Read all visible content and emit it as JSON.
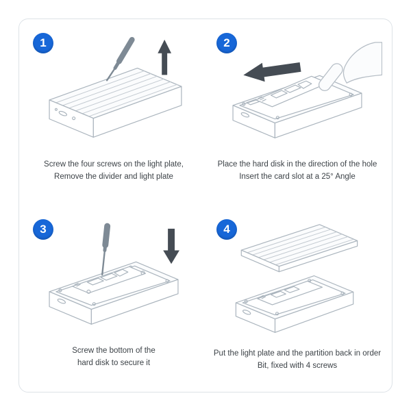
{
  "steps": [
    {
      "number": "1",
      "caption": [
        "Screw the four screws on the light plate,",
        "Remove the divider and light plate"
      ]
    },
    {
      "number": "2",
      "caption": [
        "Place the hard disk in the direction of the hole",
        "Insert the card slot at a 25° Angle"
      ]
    },
    {
      "number": "3",
      "caption": [
        "Screw the bottom of the",
        "hard disk to secure it"
      ]
    },
    {
      "number": "4",
      "caption": [
        "Put the light plate and the partition back in order",
        "Bit, fixed with 4 screws"
      ]
    }
  ],
  "colors": {
    "badge_blue": "#1767d8",
    "line_art": "#aab4bd",
    "arrow_dark": "#454c54",
    "frame_border": "#dde2e7"
  }
}
